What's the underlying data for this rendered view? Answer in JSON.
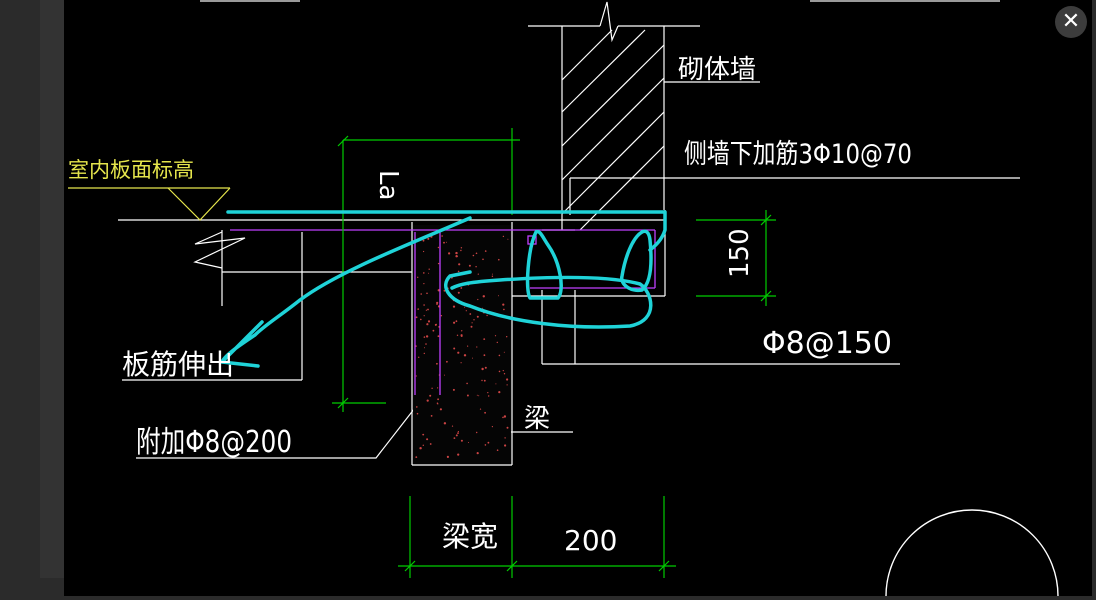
{
  "viewer": {
    "close_icon": "close-icon"
  },
  "drawing": {
    "labels": {
      "floor_elevation": "室内板面标高",
      "masonry_wall": "砌体墙",
      "wall_extra_rebar": "侧墙下加筋3Φ10@70",
      "anchorage": "La",
      "dim_150": "150",
      "stirrup": "Φ8@150",
      "slab_rebar": "板筋伸出",
      "additional_rebar": "附加Φ8@200",
      "beam": "梁",
      "beam_width": "梁宽",
      "dim_200": "200"
    },
    "colors": {
      "background": "#000000",
      "white_lines": "#ffffff",
      "green_dims": "#00cc00",
      "yellow_text": "#e6e64c",
      "magenta_rebar": "#c040ff",
      "cyan_annotation": "#1fd3d8",
      "concrete_dots": "#cc4444"
    }
  }
}
